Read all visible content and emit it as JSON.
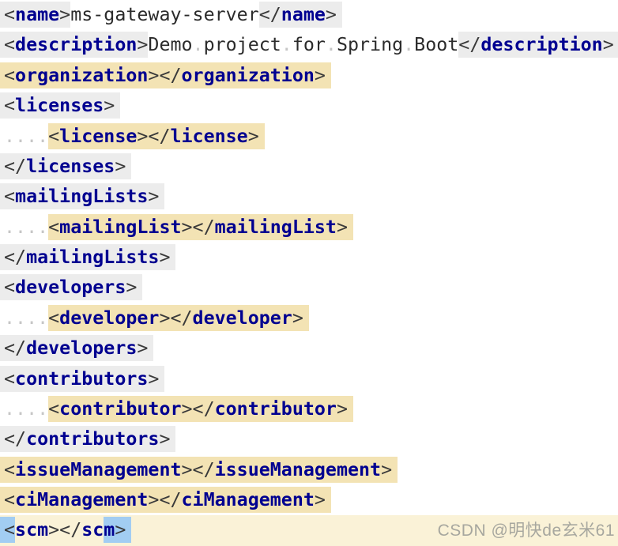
{
  "editor": {
    "language": "xml",
    "colors": {
      "tag": "#000090",
      "punct": "#3a3a3a",
      "text": "#2b2b2b",
      "hl_gray": "#ececec",
      "hl_yellow": "#f3e3b4",
      "hl_blue": "#a2cdf2",
      "row_cream": "#faf2d7",
      "ws_dot": "#c6c6c6"
    },
    "lines": [
      {
        "row_bg": "none",
        "runs": [
          {
            "h": "g",
            "parts": [
              [
                "<",
                "p"
              ],
              [
                "name",
                "t"
              ],
              [
                ">",
                "p"
              ]
            ]
          },
          {
            "h": null,
            "parts": [
              [
                "ms-gateway-server",
                "x"
              ]
            ]
          },
          {
            "h": "g",
            "parts": [
              [
                "</",
                "p"
              ],
              [
                "name",
                "t"
              ],
              [
                ">",
                "p"
              ]
            ]
          }
        ]
      },
      {
        "row_bg": "none",
        "runs": [
          {
            "h": "g",
            "parts": [
              [
                "<",
                "p"
              ],
              [
                "description",
                "t"
              ],
              [
                ">",
                "p"
              ]
            ]
          },
          {
            "h": null,
            "parts": [
              [
                "Demo project for Spring Boot",
                "x"
              ]
            ]
          },
          {
            "h": "g",
            "parts": [
              [
                "</",
                "p"
              ],
              [
                "description",
                "t"
              ],
              [
                ">",
                "p"
              ]
            ]
          }
        ]
      },
      {
        "row_bg": "none",
        "runs": [
          {
            "h": "y",
            "parts": [
              [
                "<",
                "p"
              ],
              [
                "organization",
                "t"
              ],
              [
                ">",
                "p"
              ],
              [
                "</",
                "p"
              ],
              [
                "organization",
                "t"
              ],
              [
                ">",
                "p"
              ]
            ]
          }
        ]
      },
      {
        "row_bg": "none",
        "runs": [
          {
            "h": "g",
            "parts": [
              [
                "<",
                "p"
              ],
              [
                "licenses",
                "t"
              ],
              [
                ">",
                "p"
              ]
            ]
          }
        ]
      },
      {
        "row_bg": "none",
        "runs": [
          {
            "h": null,
            "parts": [
              [
                "    ",
                "w"
              ]
            ]
          },
          {
            "h": "y",
            "parts": [
              [
                "<",
                "p"
              ],
              [
                "license",
                "t"
              ],
              [
                ">",
                "p"
              ],
              [
                "</",
                "p"
              ],
              [
                "license",
                "t"
              ],
              [
                ">",
                "p"
              ]
            ]
          }
        ]
      },
      {
        "row_bg": "none",
        "runs": [
          {
            "h": "g",
            "parts": [
              [
                "</",
                "p"
              ],
              [
                "licenses",
                "t"
              ],
              [
                ">",
                "p"
              ]
            ]
          }
        ]
      },
      {
        "row_bg": "none",
        "runs": [
          {
            "h": "g",
            "parts": [
              [
                "<",
                "p"
              ],
              [
                "mailingLists",
                "t"
              ],
              [
                ">",
                "p"
              ]
            ]
          }
        ]
      },
      {
        "row_bg": "none",
        "runs": [
          {
            "h": null,
            "parts": [
              [
                "    ",
                "w"
              ]
            ]
          },
          {
            "h": "y",
            "parts": [
              [
                "<",
                "p"
              ],
              [
                "mailingList",
                "t"
              ],
              [
                ">",
                "p"
              ],
              [
                "</",
                "p"
              ],
              [
                "mailingList",
                "t"
              ],
              [
                ">",
                "p"
              ]
            ]
          }
        ]
      },
      {
        "row_bg": "none",
        "runs": [
          {
            "h": "g",
            "parts": [
              [
                "</",
                "p"
              ],
              [
                "mailingLists",
                "t"
              ],
              [
                ">",
                "p"
              ]
            ]
          }
        ]
      },
      {
        "row_bg": "none",
        "runs": [
          {
            "h": "g",
            "parts": [
              [
                "<",
                "p"
              ],
              [
                "developers",
                "t"
              ],
              [
                ">",
                "p"
              ]
            ]
          }
        ]
      },
      {
        "row_bg": "none",
        "runs": [
          {
            "h": null,
            "parts": [
              [
                "    ",
                "w"
              ]
            ]
          },
          {
            "h": "y",
            "parts": [
              [
                "<",
                "p"
              ],
              [
                "developer",
                "t"
              ],
              [
                ">",
                "p"
              ],
              [
                "</",
                "p"
              ],
              [
                "developer",
                "t"
              ],
              [
                ">",
                "p"
              ]
            ]
          }
        ]
      },
      {
        "row_bg": "none",
        "runs": [
          {
            "h": "g",
            "parts": [
              [
                "</",
                "p"
              ],
              [
                "developers",
                "t"
              ],
              [
                ">",
                "p"
              ]
            ]
          }
        ]
      },
      {
        "row_bg": "none",
        "runs": [
          {
            "h": "g",
            "parts": [
              [
                "<",
                "p"
              ],
              [
                "contributors",
                "t"
              ],
              [
                ">",
                "p"
              ]
            ]
          }
        ]
      },
      {
        "row_bg": "none",
        "runs": [
          {
            "h": null,
            "parts": [
              [
                "    ",
                "w"
              ]
            ]
          },
          {
            "h": "y",
            "parts": [
              [
                "<",
                "p"
              ],
              [
                "contributor",
                "t"
              ],
              [
                ">",
                "p"
              ],
              [
                "</",
                "p"
              ],
              [
                "contributor",
                "t"
              ],
              [
                ">",
                "p"
              ]
            ]
          }
        ]
      },
      {
        "row_bg": "none",
        "runs": [
          {
            "h": "g",
            "parts": [
              [
                "</",
                "p"
              ],
              [
                "contributors",
                "t"
              ],
              [
                ">",
                "p"
              ]
            ]
          }
        ]
      },
      {
        "row_bg": "none",
        "runs": [
          {
            "h": "y",
            "parts": [
              [
                "<",
                "p"
              ],
              [
                "issueManagement",
                "t"
              ],
              [
                ">",
                "p"
              ],
              [
                "</",
                "p"
              ],
              [
                "issueManagement",
                "t"
              ],
              [
                ">",
                "p"
              ]
            ]
          }
        ]
      },
      {
        "row_bg": "none",
        "runs": [
          {
            "h": "y",
            "parts": [
              [
                "<",
                "p"
              ],
              [
                "ciManagement",
                "t"
              ],
              [
                ">",
                "p"
              ],
              [
                "</",
                "p"
              ],
              [
                "ciManagement",
                "t"
              ],
              [
                ">",
                "p"
              ]
            ]
          }
        ]
      },
      {
        "row_bg": "cream",
        "runs": [
          {
            "h": "b",
            "parts": [
              [
                "<",
                "p"
              ]
            ]
          },
          {
            "h": null,
            "parts": [
              [
                "scm",
                "t"
              ],
              [
                "></",
                "p"
              ],
              [
                "sc",
                "t"
              ]
            ]
          },
          {
            "h": "b",
            "parts": [
              [
                "m",
                "t"
              ],
              [
                ">",
                "p"
              ]
            ]
          }
        ]
      }
    ]
  },
  "watermark": {
    "text": "CSDN @明快de玄米61",
    "color": "#a7a79f"
  }
}
